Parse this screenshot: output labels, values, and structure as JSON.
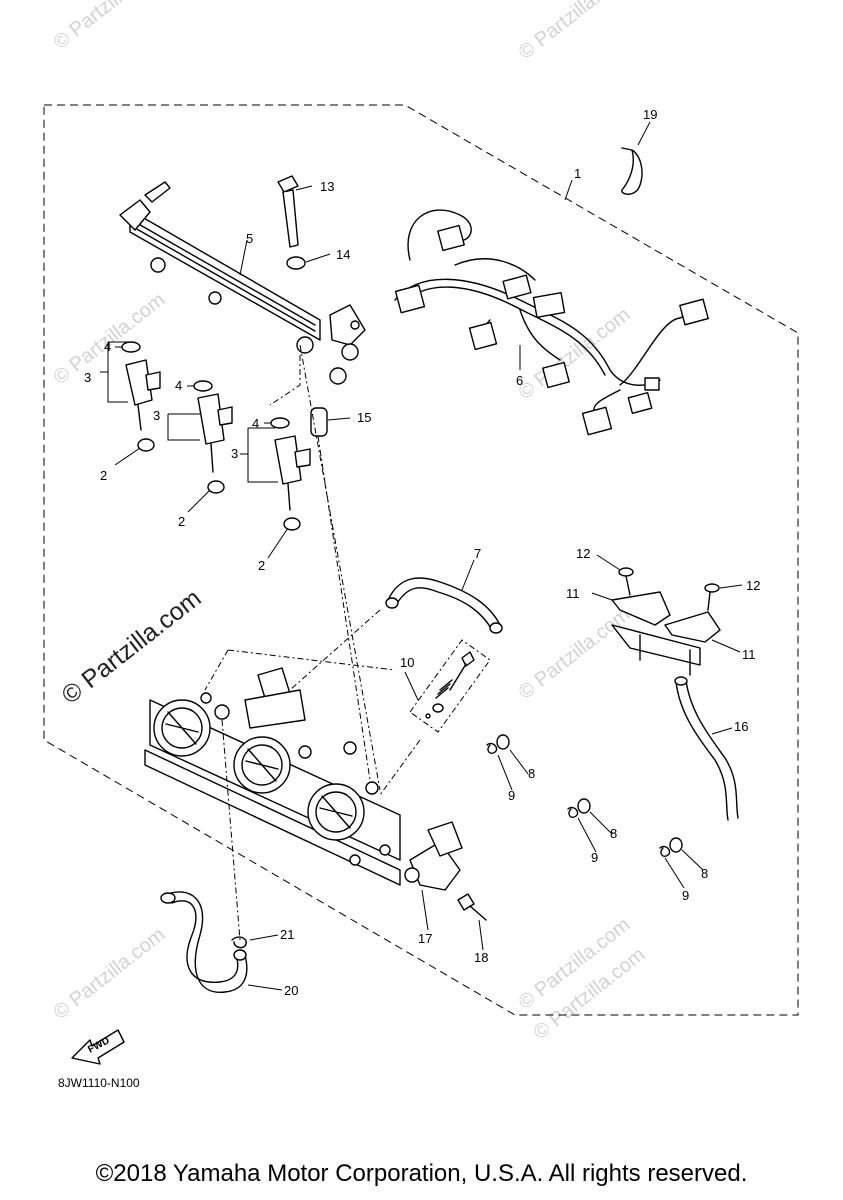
{
  "watermark": {
    "small_text": "© Partzilla.com",
    "large_text": "© Partzilla.com"
  },
  "diagram": {
    "code": "8JW1110-N100",
    "fwd_label": "FWD",
    "callouts": [
      {
        "id": "c1",
        "num": "1"
      },
      {
        "id": "c2a",
        "num": "2"
      },
      {
        "id": "c2b",
        "num": "2"
      },
      {
        "id": "c2c",
        "num": "2"
      },
      {
        "id": "c3a",
        "num": "3"
      },
      {
        "id": "c3b",
        "num": "3"
      },
      {
        "id": "c3c",
        "num": "3"
      },
      {
        "id": "c4a",
        "num": "4"
      },
      {
        "id": "c4b",
        "num": "4"
      },
      {
        "id": "c4c",
        "num": "4"
      },
      {
        "id": "c5",
        "num": "5"
      },
      {
        "id": "c6",
        "num": "6"
      },
      {
        "id": "c7",
        "num": "7"
      },
      {
        "id": "c8a",
        "num": "8"
      },
      {
        "id": "c8b",
        "num": "8"
      },
      {
        "id": "c8c",
        "num": "8"
      },
      {
        "id": "c9a",
        "num": "9"
      },
      {
        "id": "c9b",
        "num": "9"
      },
      {
        "id": "c9c",
        "num": "9"
      },
      {
        "id": "c10",
        "num": "10"
      },
      {
        "id": "c11a",
        "num": "11"
      },
      {
        "id": "c11b",
        "num": "11"
      },
      {
        "id": "c12a",
        "num": "12"
      },
      {
        "id": "c12b",
        "num": "12"
      },
      {
        "id": "c13",
        "num": "13"
      },
      {
        "id": "c14",
        "num": "14"
      },
      {
        "id": "c15",
        "num": "15"
      },
      {
        "id": "c16",
        "num": "16"
      },
      {
        "id": "c17",
        "num": "17"
      },
      {
        "id": "c18",
        "num": "18"
      },
      {
        "id": "c19",
        "num": "19"
      },
      {
        "id": "c20",
        "num": "20"
      },
      {
        "id": "c21",
        "num": "21"
      }
    ]
  },
  "footer": {
    "copyright": "©2018 Yamaha Motor Corporation, U.S.A. All rights reserved."
  }
}
